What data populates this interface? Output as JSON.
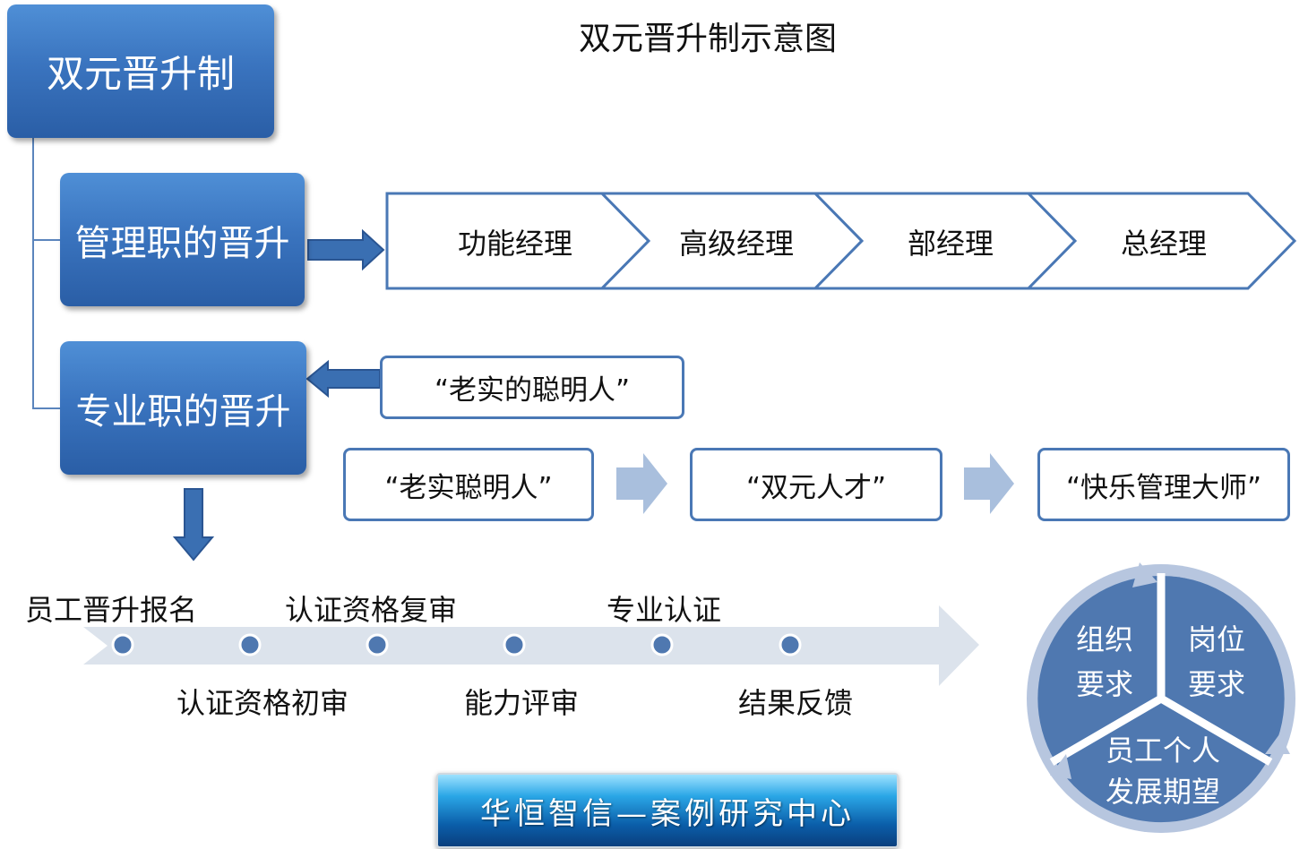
{
  "title": "双元晋升制示意图",
  "root_box": "双元晋升制",
  "management_box": "管理职的晋升",
  "professional_box": "专业职的晋升",
  "management_chain": [
    "功能经理",
    "高级经理",
    "部经理",
    "总经理"
  ],
  "honest_smart_quote": "“老实的聪明人”",
  "professional_chain": [
    "“老实聪明人”",
    "“双元人才”",
    "“快乐管理大师”"
  ],
  "timeline_top": [
    "员工晋升报名",
    "认证资格复审",
    "专业认证"
  ],
  "timeline_bottom": [
    "认证资格初审",
    "能力评审",
    "结果反馈"
  ],
  "circle": {
    "left": "组织\n要求",
    "right": "岗位\n要求",
    "bottom": "员工个人\n发展期望"
  },
  "banner": "华恒智信—案例研究中心",
  "colors": {
    "box_blue": "#3a74bf",
    "outline_blue": "#4a78b5",
    "light_arrow": "#a9bfdd",
    "timeline_band": "#dce3ec",
    "circle_blue": "#4f78b0"
  }
}
